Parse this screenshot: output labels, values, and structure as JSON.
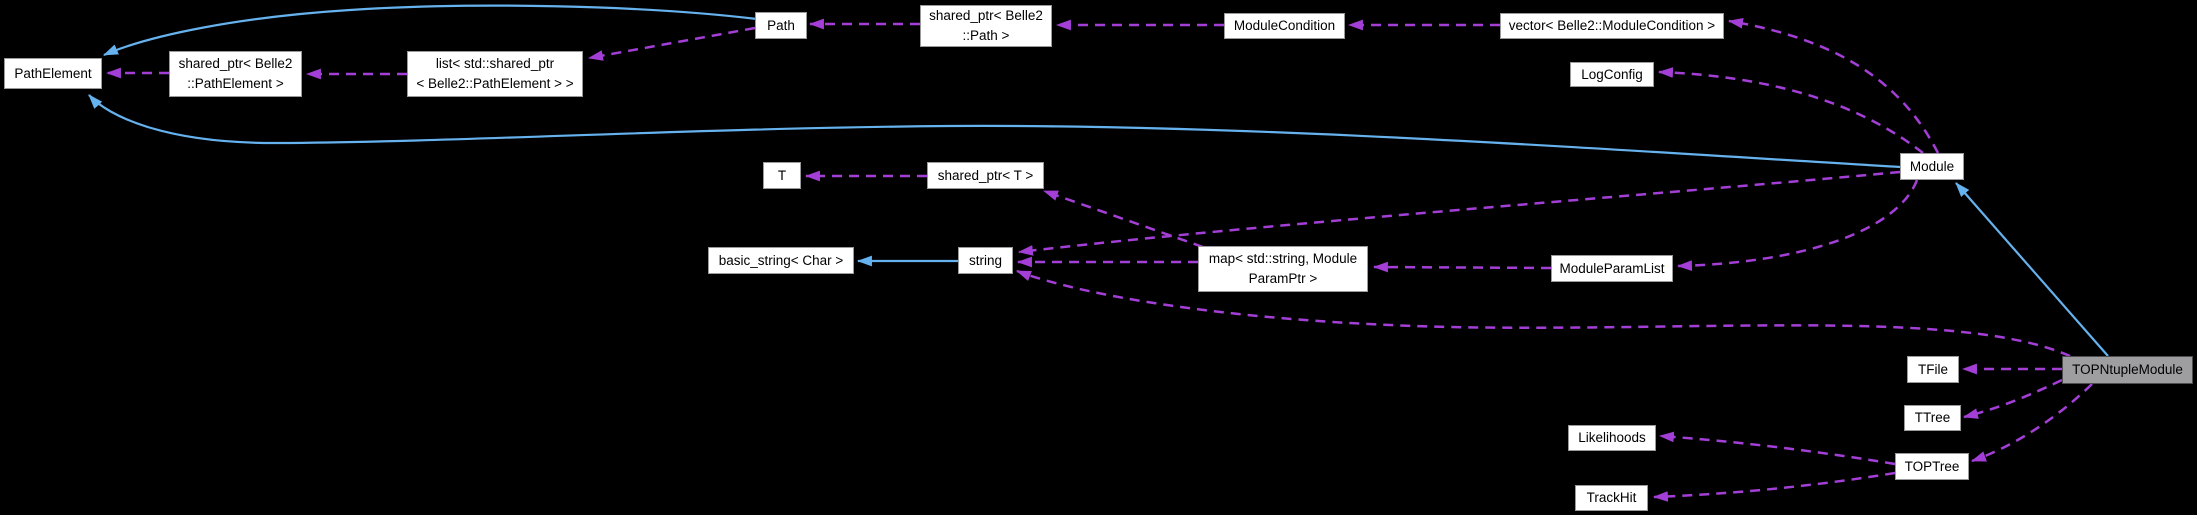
{
  "diagram": {
    "kind": "class-collaboration-graph",
    "highlighted_node": "TOPNtupleModule",
    "colors": {
      "background": "#000000",
      "node_fill": "#ffffff",
      "node_border": "#9a9a9a",
      "node_text": "#000000",
      "highlight_fill": "#9e9ea0",
      "highlight_border": "#4d4d4d",
      "inheritance_edge": "#66b2ee",
      "usage_edge": "#a33fd6"
    },
    "nodes": [
      {
        "id": "path_element",
        "label": "PathElement"
      },
      {
        "id": "shared_ptr_path_element",
        "label": "shared_ptr< Belle2\n::PathElement >"
      },
      {
        "id": "list_shared_ptr_path_element",
        "label": "list< std::shared_ptr\n< Belle2::PathElement > >"
      },
      {
        "id": "path",
        "label": "Path"
      },
      {
        "id": "shared_ptr_path",
        "label": "shared_ptr< Belle2\n::Path >"
      },
      {
        "id": "module_condition",
        "label": "ModuleCondition"
      },
      {
        "id": "vector_module_condition",
        "label": "vector< Belle2::ModuleCondition >"
      },
      {
        "id": "log_config",
        "label": "LogConfig"
      },
      {
        "id": "module",
        "label": "Module"
      },
      {
        "id": "t",
        "label": "T"
      },
      {
        "id": "shared_ptr_t",
        "label": "shared_ptr< T >"
      },
      {
        "id": "basic_string_char",
        "label": "basic_string< Char >"
      },
      {
        "id": "string",
        "label": "string"
      },
      {
        "id": "map_string_module_param_ptr",
        "label": "map< std::string, Module\nParamPtr >"
      },
      {
        "id": "module_param_list",
        "label": "ModuleParamList"
      },
      {
        "id": "tfile",
        "label": "TFile"
      },
      {
        "id": "ttree",
        "label": "TTree"
      },
      {
        "id": "top_ntuple_module",
        "label": "TOPNtupleModule",
        "highlight": true
      },
      {
        "id": "likelihoods",
        "label": "Likelihoods"
      },
      {
        "id": "top_tree",
        "label": "TOPTree"
      },
      {
        "id": "track_hit",
        "label": "TrackHit"
      }
    ],
    "edges": [
      {
        "from": "path",
        "to": "path_element",
        "type": "inheritance"
      },
      {
        "from": "module",
        "to": "path_element",
        "type": "inheritance"
      },
      {
        "from": "top_ntuple_module",
        "to": "module",
        "type": "inheritance"
      },
      {
        "from": "string",
        "to": "basic_string_char",
        "type": "inheritance"
      },
      {
        "from": "shared_ptr_path_element",
        "to": "path_element",
        "type": "usage"
      },
      {
        "from": "list_shared_ptr_path_element",
        "to": "shared_ptr_path_element",
        "type": "usage"
      },
      {
        "from": "path",
        "to": "list_shared_ptr_path_element",
        "type": "usage"
      },
      {
        "from": "shared_ptr_path",
        "to": "path",
        "type": "usage"
      },
      {
        "from": "module_condition",
        "to": "shared_ptr_path",
        "type": "usage"
      },
      {
        "from": "vector_module_condition",
        "to": "module_condition",
        "type": "usage"
      },
      {
        "from": "module",
        "to": "vector_module_condition",
        "type": "usage"
      },
      {
        "from": "module",
        "to": "log_config",
        "type": "usage"
      },
      {
        "from": "module",
        "to": "module_param_list",
        "type": "usage"
      },
      {
        "from": "module",
        "to": "string",
        "type": "usage"
      },
      {
        "from": "module_param_list",
        "to": "map_string_module_param_ptr",
        "type": "usage"
      },
      {
        "from": "map_string_module_param_ptr",
        "to": "string",
        "type": "usage"
      },
      {
        "from": "map_string_module_param_ptr",
        "to": "shared_ptr_t",
        "type": "usage"
      },
      {
        "from": "shared_ptr_t",
        "to": "t",
        "type": "usage"
      },
      {
        "from": "top_ntuple_module",
        "to": "string",
        "type": "usage"
      },
      {
        "from": "top_ntuple_module",
        "to": "tfile",
        "type": "usage"
      },
      {
        "from": "top_ntuple_module",
        "to": "ttree",
        "type": "usage"
      },
      {
        "from": "top_ntuple_module",
        "to": "top_tree",
        "type": "usage"
      },
      {
        "from": "top_tree",
        "to": "likelihoods",
        "type": "usage"
      },
      {
        "from": "top_tree",
        "to": "track_hit",
        "type": "usage"
      }
    ]
  }
}
